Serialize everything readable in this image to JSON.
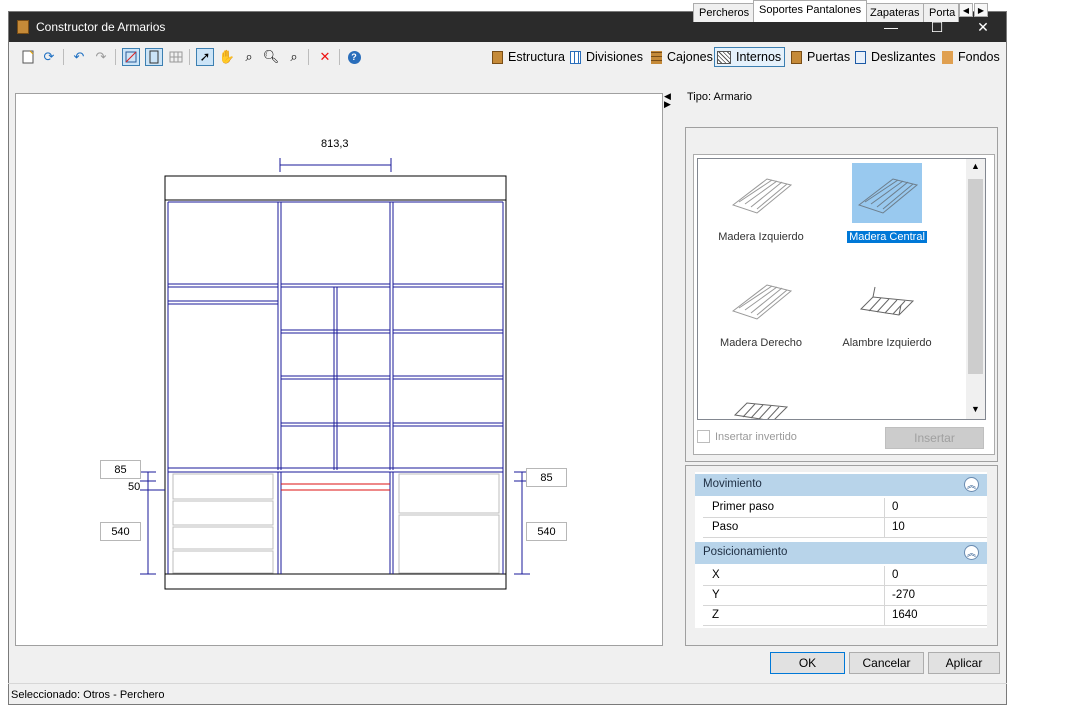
{
  "window": {
    "title": "Constructor de Armarios",
    "minimize": "—",
    "maximize": "☐",
    "close": "✕"
  },
  "toolbar": {
    "tabs": [
      {
        "label": "Estructura",
        "color": "#c58a38"
      },
      {
        "label": "Divisiones",
        "color": "#2a6ebb"
      },
      {
        "label": "Cajones",
        "color": "#c58a38"
      },
      {
        "label": "Internos",
        "color": "#555555"
      },
      {
        "label": "Puertas",
        "color": "#c58a38"
      },
      {
        "label": "Deslizantes",
        "color": "#1c5aa6"
      },
      {
        "label": "Fondos",
        "color": "#e0a050"
      }
    ]
  },
  "canvas": {
    "width_label": "813,3",
    "left_dims": [
      "85",
      "50",
      "540"
    ],
    "right_dims": [
      "85",
      "540"
    ]
  },
  "panel": {
    "tipo": "Tipo: Armario",
    "tabs": [
      "Percheros",
      "Soportes Pantalones",
      "Zapateras",
      "Porta ("
    ],
    "items": [
      {
        "label": "Madera Izquierdo",
        "selected": false
      },
      {
        "label": "Madera Central",
        "selected": true
      },
      {
        "label": "Madera Derecho",
        "selected": false
      },
      {
        "label": "Alambre Izquierdo",
        "selected": false
      },
      {
        "label": "",
        "selected": false
      }
    ],
    "insertar_invertido": "Insertar invertido",
    "insertar": "Insertar"
  },
  "properties": {
    "movimiento": {
      "title": "Movimiento",
      "rows": [
        {
          "k": "Primer paso",
          "v": "0"
        },
        {
          "k": "Paso",
          "v": "10"
        }
      ]
    },
    "posicionamiento": {
      "title": "Posicionamiento",
      "rows": [
        {
          "k": "X",
          "v": "0"
        },
        {
          "k": "Y",
          "v": "-270"
        },
        {
          "k": "Z",
          "v": "1640"
        }
      ]
    }
  },
  "buttons": {
    "ok": "OK",
    "cancel": "Cancelar",
    "apply": "Aplicar"
  },
  "status": "Seleccionado: Otros - Perchero"
}
